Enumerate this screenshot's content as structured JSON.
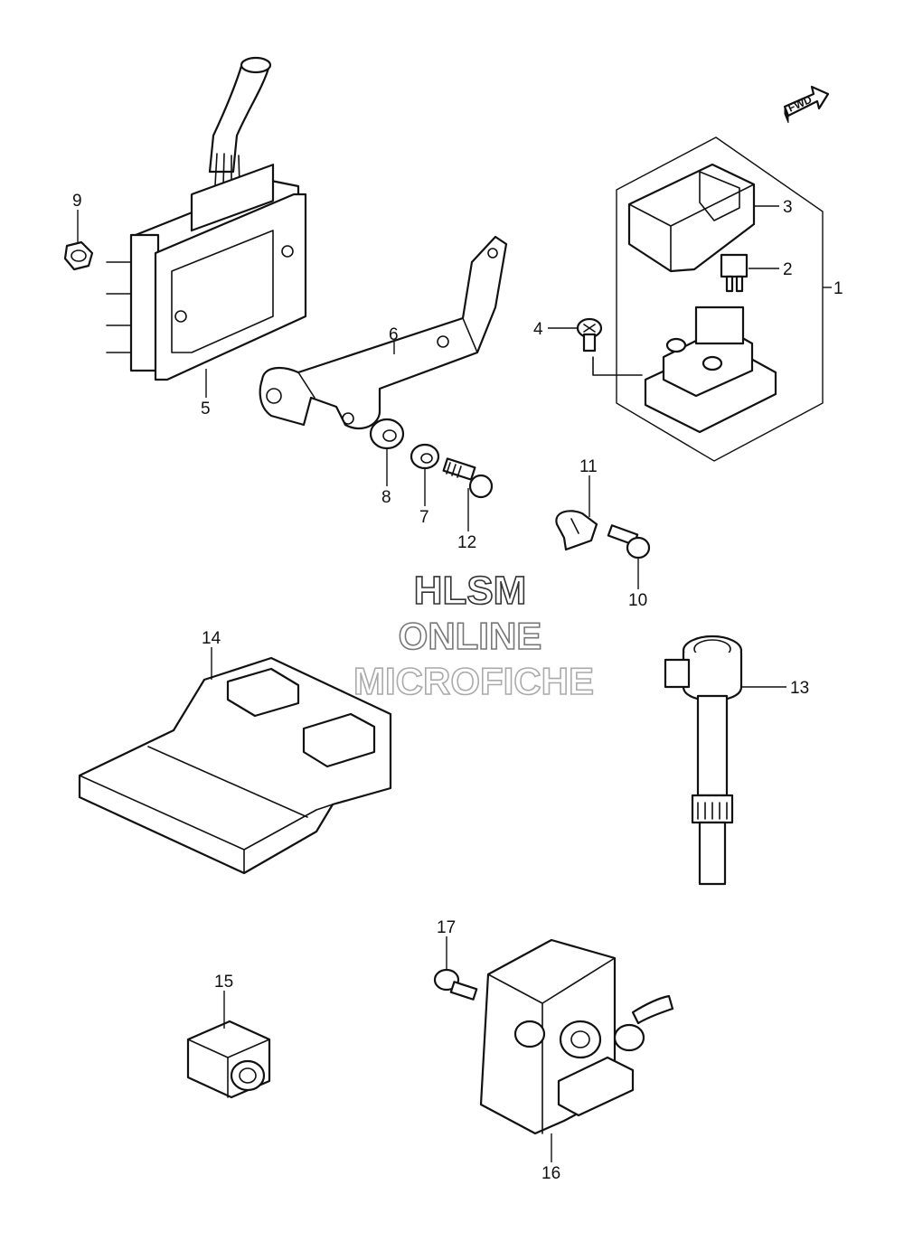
{
  "callouts": [
    {
      "id": "1",
      "label": "1"
    },
    {
      "id": "2",
      "label": "2"
    },
    {
      "id": "3",
      "label": "3"
    },
    {
      "id": "4",
      "label": "4"
    },
    {
      "id": "5",
      "label": "5"
    },
    {
      "id": "6",
      "label": "6"
    },
    {
      "id": "7",
      "label": "7"
    },
    {
      "id": "8",
      "label": "8"
    },
    {
      "id": "9",
      "label": "9"
    },
    {
      "id": "10",
      "label": "10"
    },
    {
      "id": "11",
      "label": "11"
    },
    {
      "id": "12",
      "label": "12"
    },
    {
      "id": "13",
      "label": "13"
    },
    {
      "id": "14",
      "label": "14"
    },
    {
      "id": "15",
      "label": "15"
    },
    {
      "id": "16",
      "label": "16"
    },
    {
      "id": "17",
      "label": "17"
    }
  ],
  "direction_marker": {
    "label": "FWD"
  },
  "watermark": {
    "line1": "HLSM",
    "line2": "ONLINE",
    "line3": "MICROFICHE"
  }
}
